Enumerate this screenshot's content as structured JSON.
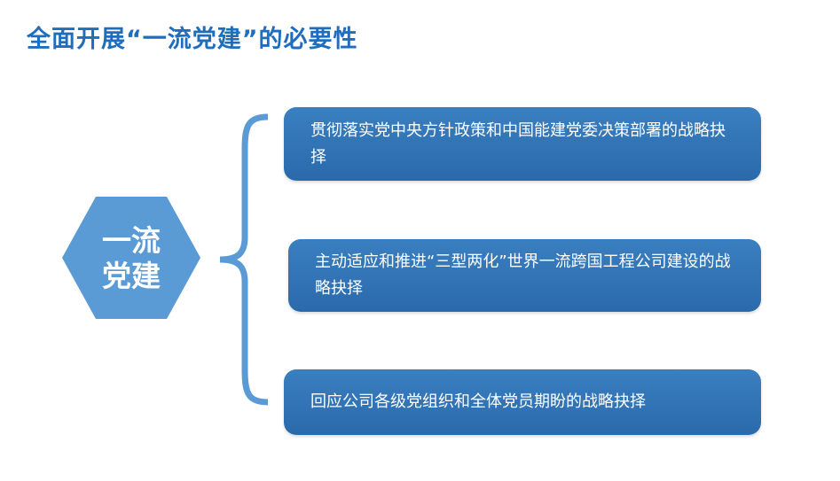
{
  "title": "全面开展“一流党建”的必要性",
  "center": {
    "line1": "一流",
    "line2": "党建"
  },
  "items": [
    {
      "text": "贯彻落实党中央方针政策和中国能建党委决策部署的战略抉择"
    },
    {
      "text": "主动适应和推进“三型两化”世界一流跨国工程公司建设的战略抉择"
    },
    {
      "text": "回应公司各级党组织和全体党员期盼的战略抉择"
    }
  ],
  "colors": {
    "title": "#1f6dbd",
    "hexagon": "#5b9bd5",
    "box": "#2e72b4"
  }
}
